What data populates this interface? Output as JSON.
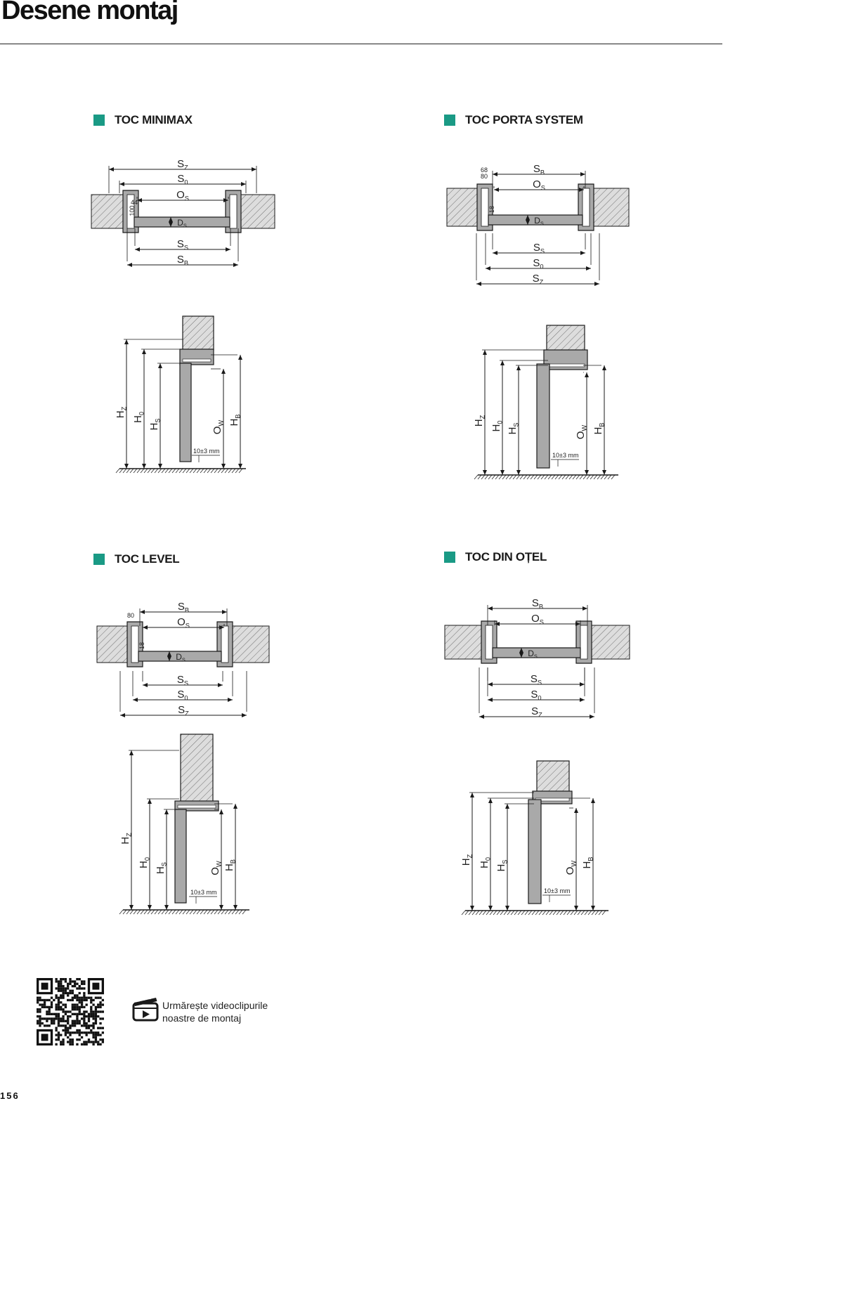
{
  "page": {
    "title": "Desene montaj",
    "page_number": "156"
  },
  "colors": {
    "accent": "#1a9a85",
    "frame_gray": "#a9a9a9",
    "wall_fill": "#dddddd",
    "line": "#1a1a1a"
  },
  "labels": {
    "sz_main": "S",
    "sz_sub": "Z",
    "s0_main": "S",
    "s0_sub": "0",
    "os_main": "O",
    "os_sub": "S",
    "ds_main": "D",
    "ds_sub": "S",
    "ss_main": "S",
    "ss_sub": "S",
    "sb_main": "S",
    "sb_sub": "B",
    "hz_main": "H",
    "hz_sub": "Z",
    "h0_main": "H",
    "h0_sub": "0",
    "hs_main": "H",
    "hs_sub": "S",
    "ow_main": "O",
    "ow_sub": "W",
    "hb_main": "H",
    "hb_sub": "B",
    "gap": "10±3 mm"
  },
  "sections": [
    {
      "title": "TOC MINIMAX",
      "dims": [
        "44",
        "100"
      ]
    },
    {
      "title": "TOC PORTA SYSTEM",
      "dims": [
        "68",
        "80",
        "18"
      ]
    },
    {
      "title": "TOC LEVEL",
      "dims": [
        "80",
        "18"
      ]
    },
    {
      "title": "TOC DIN OȚEL",
      "dims": []
    }
  ],
  "video": {
    "icon": "video-clapper-icon",
    "line1": "Urmărește videoclipurile",
    "line2": "noastre de montaj"
  },
  "qr_icon": "qr-code-icon"
}
